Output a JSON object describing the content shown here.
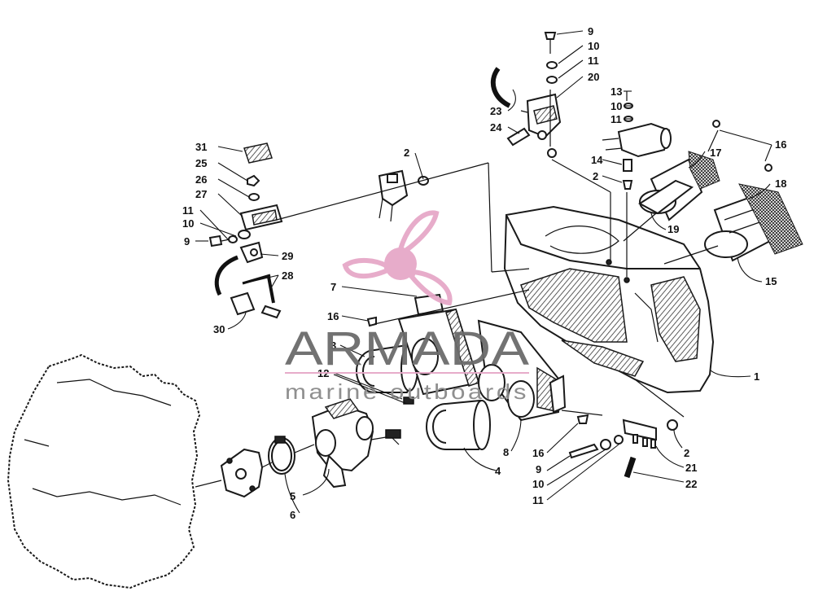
{
  "watermark": {
    "brand": "ARMADA",
    "tagline": "marine outboards",
    "logo_icon": "propeller-icon",
    "logo_color": "#e6a8c8",
    "text_color": "#6b6b6b"
  },
  "callouts": {
    "c1": "1",
    "c2a": "2",
    "c2b": "2",
    "c2c": "2",
    "c3": "3",
    "c4": "4",
    "c5": "5",
    "c6": "6",
    "c7": "7",
    "c8": "8",
    "c9a": "9",
    "c9b": "9",
    "c9c": "9",
    "c10a": "10",
    "c10b": "10",
    "c10c": "10",
    "c10d": "10",
    "c11a": "11",
    "c11b": "11",
    "c11c": "11",
    "c11d": "11",
    "c12": "12",
    "c13": "13",
    "c14": "14",
    "c15": "15",
    "c16a": "16",
    "c16b": "16",
    "c16c": "16",
    "c17": "17",
    "c18": "18",
    "c19": "19",
    "c20": "20",
    "c21": "21",
    "c22": "22",
    "c23": "23",
    "c24": "24",
    "c25": "25",
    "c26": "26",
    "c27": "27",
    "c28": "28",
    "c29": "29",
    "c30": "30",
    "c31": "31"
  }
}
